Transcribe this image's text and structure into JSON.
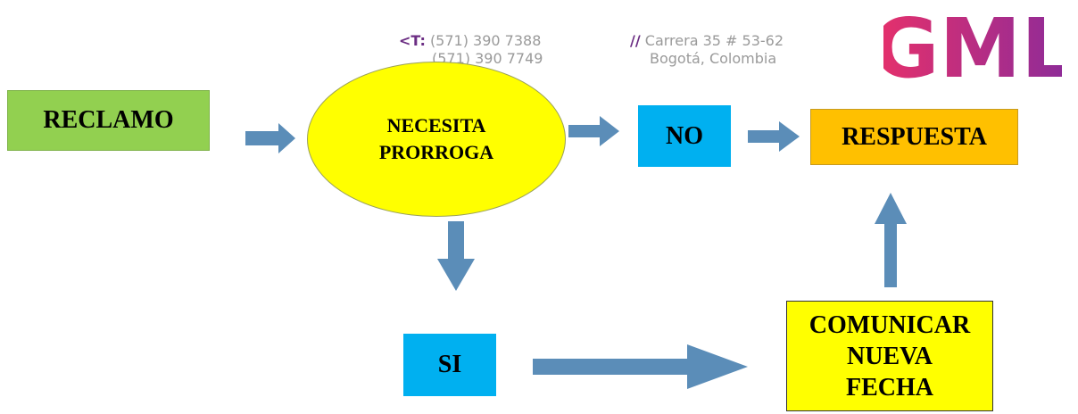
{
  "header": {
    "phone_prefix": "<T:",
    "phone_1": "(571) 390 7388",
    "phone_2": "(571) 390 7749",
    "address_prefix": "//",
    "address_1": "Carrera 35 # 53-62",
    "address_2": "Bogotá, Colombia",
    "logo_text": "GML"
  },
  "nodes": {
    "reclamo": "RECLAMO",
    "necesita_1": "NECESITA",
    "necesita_2": "PRORROGA",
    "no": "NO",
    "respuesta": "RESPUESTA",
    "si": "SI",
    "comunicar_1": "COMUNICAR",
    "comunicar_2": "NUEVA",
    "comunicar_3": "FECHA"
  },
  "colors": {
    "reclamo": "#92d050",
    "necesita": "#ffff00",
    "no": "#00b0f0",
    "respuesta": "#ffc000",
    "si": "#00b0f0",
    "comunicar": "#ffff00",
    "arrow": "#5b8db8",
    "logo_start": "#e8306a",
    "logo_end": "#8a2b9a"
  }
}
